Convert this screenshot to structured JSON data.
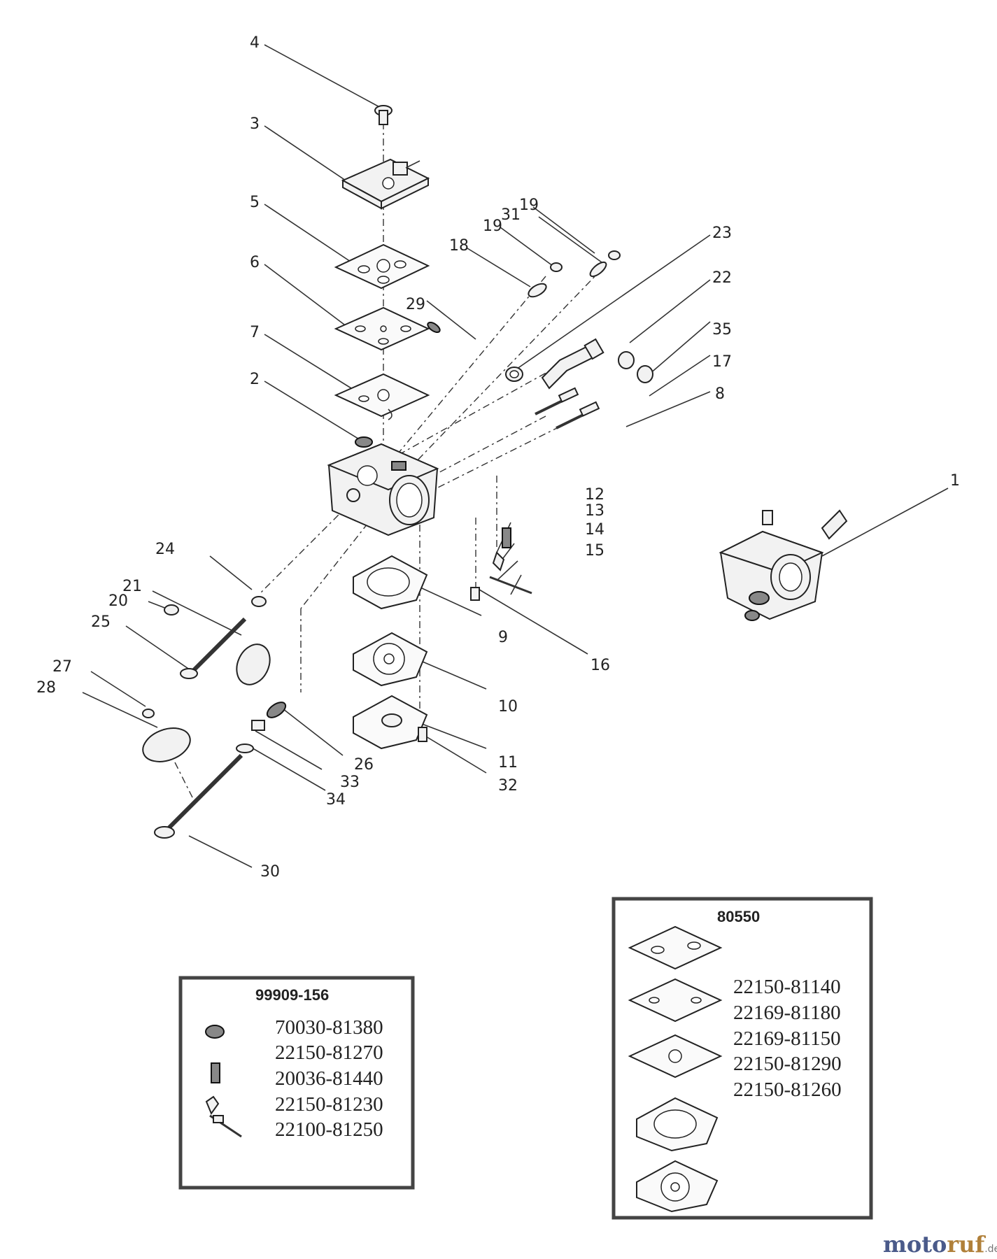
{
  "callouts": {
    "n1": "1",
    "n2": "2",
    "n3": "3",
    "n4": "4",
    "n5": "5",
    "n6": "6",
    "n7": "7",
    "n8": "8",
    "n9": "9",
    "n10": "10",
    "n11": "11",
    "n12": "12",
    "n13": "13",
    "n14": "14",
    "n15": "15",
    "n16": "16",
    "n17": "17",
    "n18": "18",
    "n19a": "19",
    "n19b": "19",
    "n20": "20",
    "n21": "21",
    "n22": "22",
    "n23": "23",
    "n24": "24",
    "n25": "25",
    "n26": "26",
    "n27": "27",
    "n28": "28",
    "n29": "29",
    "n30": "30",
    "n31": "31",
    "n32": "32",
    "n33": "33",
    "n34": "34",
    "n35": "35"
  },
  "kit_left": {
    "title": "99909-156",
    "parts": [
      "70030-81380",
      "22150-81270",
      "20036-81440",
      "22150-81230",
      "22100-81250"
    ]
  },
  "kit_right": {
    "title": "80550",
    "parts": [
      "22150-81140",
      "22169-81180",
      "22169-81150",
      "22150-81290",
      "22150-81260"
    ]
  },
  "watermark": {
    "part1": "moto",
    "part2": "ruf",
    "suffix": ".de"
  }
}
